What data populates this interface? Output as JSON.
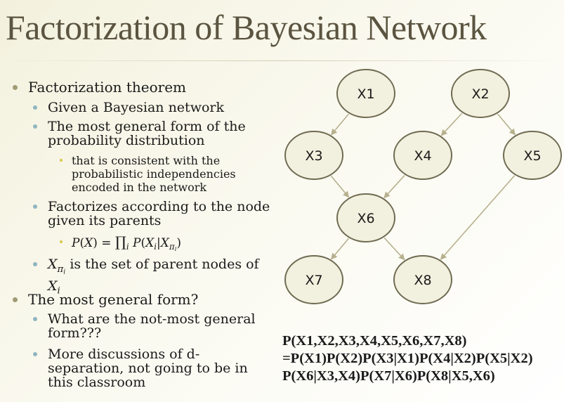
{
  "title": "Factorization of Bayesian Network",
  "bullets": {
    "factorization_theorem": "Factorization theorem",
    "given_bn": "Given a Bayesian network",
    "most_general_1": "The most general form of the",
    "most_general_2": "probability distribution",
    "consistent_1": "that is consistent with the",
    "consistent_2": "probabilistic independencies",
    "consistent_3": "encoded in the network",
    "factorizes_1": "Factorizes according to the node",
    "factorizes_2": "given its parents",
    "formula_P": "P",
    "formula_X": "X",
    "formula_prod": "∏",
    "formula_i": "i",
    "formula_pi": "π",
    "parent_text": "is the set of parent nodes of",
    "most_general_question": "The most general form?",
    "not_most_1": "What are the not-most general",
    "not_most_2": "form???",
    "discussion_1": "More discussions of d-",
    "discussion_2": "separation, not going to be in",
    "discussion_3": "this classroom"
  },
  "graph": {
    "nodes": [
      {
        "id": "X1",
        "label": "X1"
      },
      {
        "id": "X2",
        "label": "X2"
      },
      {
        "id": "X3",
        "label": "X3"
      },
      {
        "id": "X4",
        "label": "X4"
      },
      {
        "id": "X5",
        "label": "X5"
      },
      {
        "id": "X6",
        "label": "X6"
      },
      {
        "id": "X7",
        "label": "X7"
      },
      {
        "id": "X8",
        "label": "X8"
      }
    ],
    "edges": [
      {
        "from": "X1",
        "to": "X3"
      },
      {
        "from": "X2",
        "to": "X4"
      },
      {
        "from": "X2",
        "to": "X5"
      },
      {
        "from": "X3",
        "to": "X6"
      },
      {
        "from": "X4",
        "to": "X6"
      },
      {
        "from": "X6",
        "to": "X7"
      },
      {
        "from": "X6",
        "to": "X8"
      },
      {
        "from": "X5",
        "to": "X8"
      }
    ],
    "colors": {
      "node_fill": "#f2f0de",
      "node_stroke": "#6f6b52",
      "edge": "#b6b08d"
    }
  },
  "joint": {
    "line1": "P(X1,X2,X3,X4,X5,X6,X7,X8)",
    "line2": "=P(X1)P(X2)P(X3|X1)P(X4|X2)P(X5|X2)",
    "line3": "P(X6|X3,X4)P(X7|X6)P(X8|X5,X6)"
  }
}
